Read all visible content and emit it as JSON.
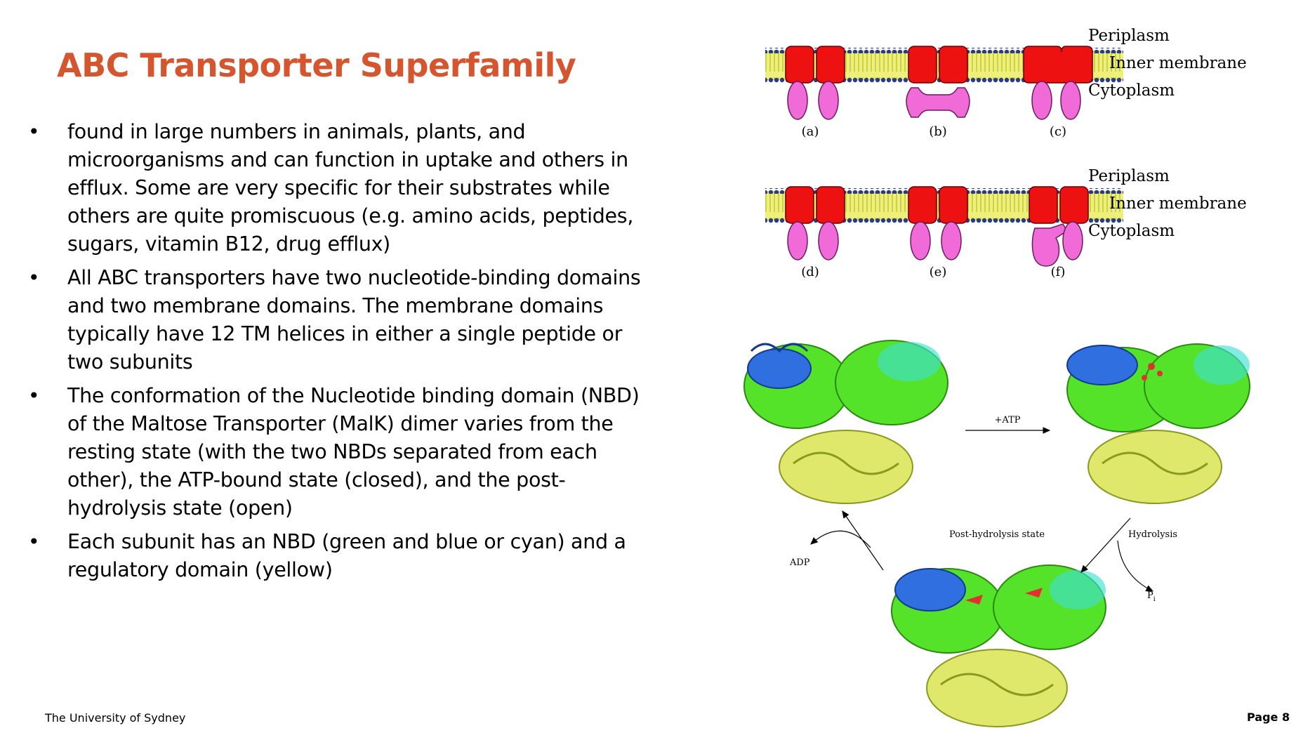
{
  "slide": {
    "title": "ABC Transporter Superfamily",
    "bullets": [
      "found in large numbers in animals, plants, and microorganisms and can function in uptake and others in efflux. Some are very specific for their substrates while others are quite promiscuous (e.g. amino acids, peptides, sugars, vitamin B12, drug efflux)",
      "All ABC transporters have two nucleotide-binding domains and two membrane domains. The membrane domains typically have 12 TM helices in either a single peptide or two subunits",
      "The conformation of the Nucleotide binding domain (NBD) of the Maltose Transporter (MalK) dimer varies from the resting state (with the two NBDs separated from each other), the ATP-bound state (closed), and the post-hydrolysis state (open)",
      "Each subunit has an NBD (green and blue or cyan) and a regulatory domain (yellow)"
    ],
    "bullet_marker": "•",
    "footer_left": "The University of Sydney",
    "footer_right": "Page 8"
  },
  "membrane_diagram": {
    "periplasm_label": "Periplasm",
    "membrane_label": "Inner membrane",
    "cytoplasm_label": "Cytoplasm",
    "panels_top": [
      "(a)",
      "(b)",
      "(c)"
    ],
    "panels_bottom": [
      "(d)",
      "(e)",
      "(f)"
    ],
    "colors": {
      "tmd": "#ee1111",
      "nbd": "#f06ad8",
      "lipid": "#eef07a",
      "head": "#2a3a8a"
    }
  },
  "cycle_diagram": {
    "atp_label": "+ATP",
    "post_hydrolysis_label": "Post-hydrolysis state",
    "hydrolysis_label": "Hydrolysis",
    "adp_label": "ADP",
    "pi_label": "P",
    "pi_subscript": "i",
    "colors": {
      "nbd_green": "#55e32a",
      "nbd_blue": "#2f6fe0",
      "cyan": "#40e0d0",
      "regulatory": "#dfe86a",
      "atp": "#e23030"
    }
  }
}
